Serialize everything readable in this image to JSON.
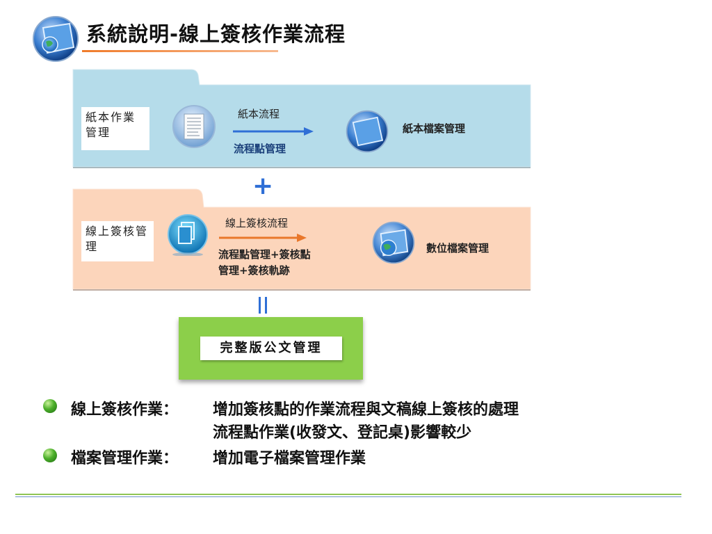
{
  "title": "系統說明-線上簽核作業流程",
  "paper_folder": {
    "label": "紙本作業管理",
    "flow_label": "紙本流程",
    "sub_label": "流程點管理",
    "result_label": "紙本檔案管理"
  },
  "online_folder": {
    "label": "線上簽核管理",
    "flow_label": "線上簽核流程",
    "sub_label_line1": "流程點管理+簽核點",
    "sub_label_line2": "管理+簽核軌跡",
    "result_label": "數位檔案管理"
  },
  "plus": "+",
  "result_box": {
    "label": "完整版公文管理"
  },
  "bullets": [
    {
      "head": "線上簽核作業：",
      "text": "增加簽核點的作業流程與文稿線上簽核的處理"
    },
    {
      "head": "",
      "text": "流程點作業(收發文、登記桌)影響較少"
    },
    {
      "head": "檔案管理作業：",
      "text": "增加電子檔案管理作業"
    }
  ],
  "colors": {
    "paper_folder": "#b5dcea",
    "online_folder": "#fcd5bb",
    "result_box": "#8ccf4a",
    "blue_arrow": "#2f6fd6",
    "orange_arrow": "#e9772a",
    "title_underline": "#f07b2a"
  }
}
